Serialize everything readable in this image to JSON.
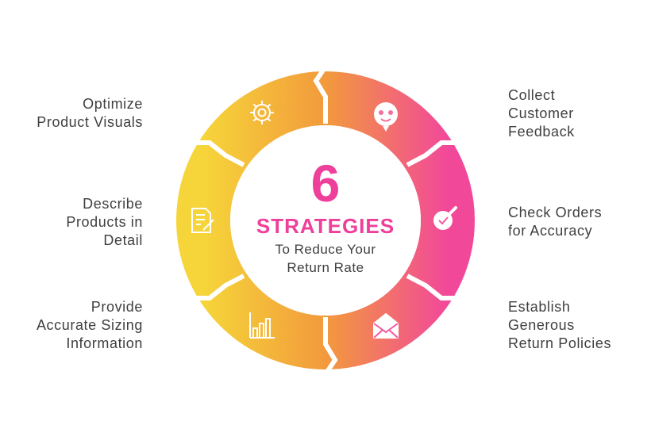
{
  "center": {
    "number": "6",
    "heading": "STRATEGIES",
    "subtitle_line1": "To Reduce Your",
    "subtitle_line2": "Return Rate"
  },
  "strategies": [
    {
      "lines": [
        "Optimize",
        "Product Visuals"
      ],
      "icon": "gear-icon"
    },
    {
      "lines": [
        "Describe",
        "Products in",
        "Detail"
      ],
      "icon": "document-edit-icon"
    },
    {
      "lines": [
        "Provide",
        "Accurate Sizing",
        "Information"
      ],
      "icon": "bar-chart-icon"
    },
    {
      "lines": [
        "Collect",
        "Customer",
        "Feedback"
      ],
      "icon": "customer-feedback-icon"
    },
    {
      "lines": [
        "Check Orders",
        "for Accuracy"
      ],
      "icon": "magnifier-check-icon"
    },
    {
      "lines": [
        "Establish",
        "Generous",
        "Return Policies"
      ],
      "icon": "open-envelope-icon"
    }
  ],
  "colors": {
    "gradient_yellow": "#f6d53a",
    "gradient_orange": "#f29a3c",
    "gradient_pink": "#f2489a",
    "number_pink": "#ee3f9a",
    "text_gray": "#3f3f3f"
  }
}
